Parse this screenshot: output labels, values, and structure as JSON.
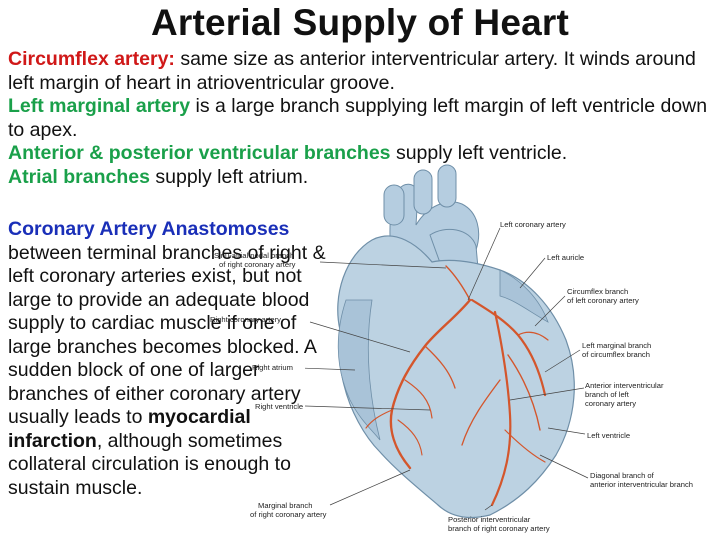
{
  "title": "Arterial Supply of Heart",
  "bullets": {
    "circumflex_term": "Circumflex artery:",
    "circumflex_text": " same size as anterior interventricular artery. It winds around left margin of heart in atrioventricular groove.",
    "left_marginal_term": "Left marginal artery",
    "left_marginal_text": " is a large branch supplying left margin of left ventricle down to apex.",
    "ventricular_term": "Anterior & posterior ventricular branches",
    "ventricular_text": " supply left ventricle.",
    "atrial_term": "Atrial branches",
    "atrial_text": " supply left atrium."
  },
  "anastomoses": {
    "heading": "Coronary Artery Anastomoses",
    "body_before": "between terminal branches of right & left coronary arteries exist, but not large to provide an adequate blood supply to cardiac muscle if one of large branches becomes blocked. A sudden block of one of larger branches of either coronary artery usually leads to ",
    "body_bold": "myocardial infarction",
    "body_after": ", although sometimes collateral circulation is enough to sustain muscle."
  },
  "labels": {
    "left_coronary": "Left coronary artery",
    "sinu_1": "Sinu-atrial nodal branch",
    "sinu_2": "of right coronary artery",
    "left_auricle": "Left auricle",
    "circumflex_1": "Circumflex branch",
    "circumflex_2": "of left coronary artery",
    "right_coronary": "Right coronary artery",
    "left_marginal_1": "Left marginal branch",
    "left_marginal_2": "of circumflex branch",
    "right_atrium": "Right atrium",
    "anterior_iv_1": "Anterior interventricular",
    "anterior_iv_2": "branch of left",
    "anterior_iv_3": "coronary artery",
    "right_ventricle": "Right ventricle",
    "left_ventricle": "Left ventricle",
    "diagonal_1": "Diagonal branch of",
    "diagonal_2": "anterior interventricular branch",
    "marginal_1": "Marginal branch",
    "marginal_2": "of right coronary artery",
    "posterior_iv_1": "Posterior interventricular",
    "posterior_iv_2": "branch of right coronary artery"
  },
  "colors": {
    "red_term": "#d01818",
    "green_term": "#1aa04a",
    "blue_heading": "#1a2fb8",
    "artery": "#d4562c",
    "heart_fill": "#bcd2e2"
  }
}
